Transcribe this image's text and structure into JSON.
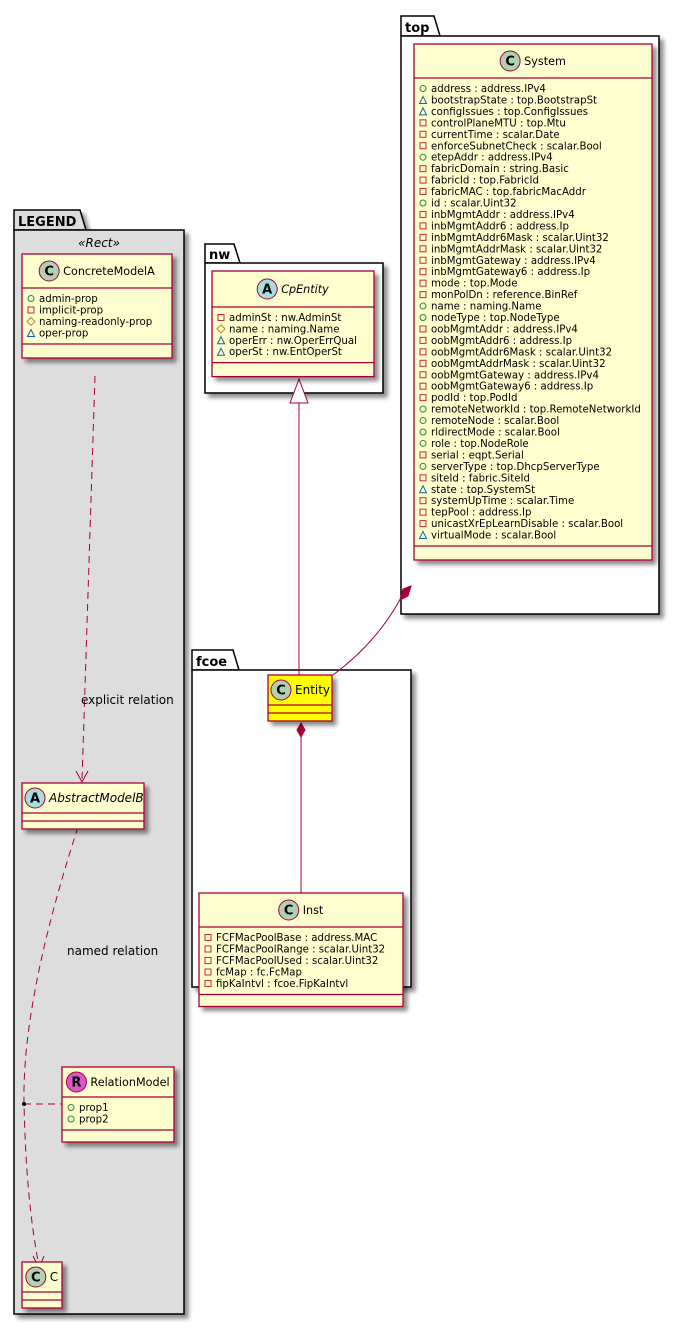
{
  "diagram": {
    "type": "uml-class-diagram",
    "colors": {
      "class_fill": "#fefece",
      "class_border": "#a80036",
      "highlight_fill": "#ffff00",
      "legend_fill": "#dddddd",
      "package_border": "#000000",
      "public_icon": "#1e8c3c",
      "private_icon": "#c82930",
      "protected_icon": "#b38d22",
      "package_icon": "#1963a0",
      "class_spot": "#add1b2",
      "abstract_spot": "#a9dcdf",
      "relation_spot": "#d957c9"
    },
    "packages": {
      "top": {
        "name": "top"
      },
      "nw": {
        "name": "nw"
      },
      "legend": {
        "name": "LEGEND",
        "stereotype": "«Rect»"
      },
      "fcoe": {
        "name": "fcoe"
      }
    },
    "classes": {
      "system": {
        "name": "System",
        "spot": "C",
        "abstract": false,
        "attributes": [
          {
            "vis": "public",
            "text": "address : address.IPv4"
          },
          {
            "vis": "package",
            "text": "bootstrapState : top.BootstrapSt"
          },
          {
            "vis": "package",
            "text": "configIssues : top.ConfigIssues"
          },
          {
            "vis": "private",
            "text": "controlPlaneMTU : top.Mtu"
          },
          {
            "vis": "private",
            "text": "currentTime : scalar.Date"
          },
          {
            "vis": "private",
            "text": "enforceSubnetCheck : scalar.Bool"
          },
          {
            "vis": "public",
            "text": "etepAddr : address.IPv4"
          },
          {
            "vis": "private",
            "text": "fabricDomain : string.Basic"
          },
          {
            "vis": "private",
            "text": "fabricId : top.FabricId"
          },
          {
            "vis": "private",
            "text": "fabricMAC : top.fabricMacAddr"
          },
          {
            "vis": "public",
            "text": "id : scalar.Uint32"
          },
          {
            "vis": "private",
            "text": "inbMgmtAddr : address.IPv4"
          },
          {
            "vis": "private",
            "text": "inbMgmtAddr6 : address.Ip"
          },
          {
            "vis": "private",
            "text": "inbMgmtAddr6Mask : scalar.Uint32"
          },
          {
            "vis": "private",
            "text": "inbMgmtAddrMask : scalar.Uint32"
          },
          {
            "vis": "private",
            "text": "inbMgmtGateway : address.IPv4"
          },
          {
            "vis": "private",
            "text": "inbMgmtGateway6 : address.Ip"
          },
          {
            "vis": "private",
            "text": "mode : top.Mode"
          },
          {
            "vis": "private",
            "text": "monPolDn : reference.BinRef"
          },
          {
            "vis": "public",
            "text": "name : naming.Name"
          },
          {
            "vis": "public",
            "text": "nodeType : top.NodeType"
          },
          {
            "vis": "private",
            "text": "oobMgmtAddr : address.IPv4"
          },
          {
            "vis": "private",
            "text": "oobMgmtAddr6 : address.Ip"
          },
          {
            "vis": "private",
            "text": "oobMgmtAddr6Mask : scalar.Uint32"
          },
          {
            "vis": "private",
            "text": "oobMgmtAddrMask : scalar.Uint32"
          },
          {
            "vis": "private",
            "text": "oobMgmtGateway : address.IPv4"
          },
          {
            "vis": "private",
            "text": "oobMgmtGateway6 : address.Ip"
          },
          {
            "vis": "private",
            "text": "podId : top.PodId"
          },
          {
            "vis": "public",
            "text": "remoteNetworkId : top.RemoteNetworkId"
          },
          {
            "vis": "public",
            "text": "remoteNode : scalar.Bool"
          },
          {
            "vis": "public",
            "text": "rldirectMode : scalar.Bool"
          },
          {
            "vis": "public",
            "text": "role : top.NodeRole"
          },
          {
            "vis": "private",
            "text": "serial : eqpt.Serial"
          },
          {
            "vis": "public",
            "text": "serverType : top.DhcpServerType"
          },
          {
            "vis": "private",
            "text": "siteId : fabric.SiteId"
          },
          {
            "vis": "package",
            "text": "state : top.SystemSt"
          },
          {
            "vis": "private",
            "text": "systemUpTime : scalar.Time"
          },
          {
            "vis": "private",
            "text": "tepPool : address.Ip"
          },
          {
            "vis": "private",
            "text": "unicastXrEpLearnDisable : scalar.Bool"
          },
          {
            "vis": "package",
            "text": "virtualMode : scalar.Bool"
          }
        ]
      },
      "cpentity": {
        "name": "CpEntity",
        "spot": "A",
        "abstract": true,
        "attributes": [
          {
            "vis": "private",
            "text": "adminSt : nw.AdminSt"
          },
          {
            "vis": "protected",
            "text": "name : naming.Name"
          },
          {
            "vis": "package",
            "text": "operErr : nw.OperErrQual"
          },
          {
            "vis": "package",
            "text": "operSt : nw.EntOperSt"
          }
        ]
      },
      "concretemodela": {
        "name": "ConcreteModelA",
        "spot": "C",
        "abstract": false,
        "attributes": [
          {
            "vis": "public",
            "text": "admin-prop"
          },
          {
            "vis": "private",
            "text": "implicit-prop"
          },
          {
            "vis": "protected",
            "text": "naming-readonly-prop"
          },
          {
            "vis": "package",
            "text": "oper-prop"
          }
        ]
      },
      "abstractmodelb": {
        "name": "AbstractModelB",
        "spot": "A",
        "abstract": true,
        "attributes": []
      },
      "relationmodel": {
        "name": "RelationModel",
        "spot": "R",
        "abstract": false,
        "attributes": [
          {
            "vis": "public",
            "text": "prop1"
          },
          {
            "vis": "public",
            "text": "prop2"
          }
        ]
      },
      "c": {
        "name": "C",
        "spot": "C",
        "abstract": false,
        "attributes": []
      },
      "entity": {
        "name": "Entity",
        "spot": "C",
        "abstract": false,
        "highlight": true,
        "attributes": []
      },
      "inst": {
        "name": "Inst",
        "spot": "C",
        "abstract": false,
        "attributes": [
          {
            "vis": "private",
            "text": "FCFMacPoolBase : address.MAC"
          },
          {
            "vis": "private",
            "text": "FCFMacPoolRange : scalar.Uint32"
          },
          {
            "vis": "private",
            "text": "FCFMacPoolUsed : scalar.Uint32"
          },
          {
            "vis": "private",
            "text": "fcMap : fc.FcMap"
          },
          {
            "vis": "private",
            "text": "fipKaIntvl : fcoe.FipKaIntvl"
          }
        ]
      }
    },
    "relations": {
      "explicit_label": "explicit relation",
      "named_label": "named relation",
      "list": [
        {
          "from": "ConcreteModelA",
          "to": "AbstractModelB",
          "kind": "dependency",
          "label": "explicit relation"
        },
        {
          "from": "AbstractModelB",
          "to": "C",
          "kind": "dependency",
          "label": "named relation",
          "association_class": "RelationModel"
        },
        {
          "from": "Entity",
          "to": "CpEntity",
          "kind": "inheritance"
        },
        {
          "from": "System",
          "to": "Entity",
          "kind": "composition"
        },
        {
          "from": "Entity",
          "to": "Inst",
          "kind": "composition"
        }
      ]
    }
  }
}
